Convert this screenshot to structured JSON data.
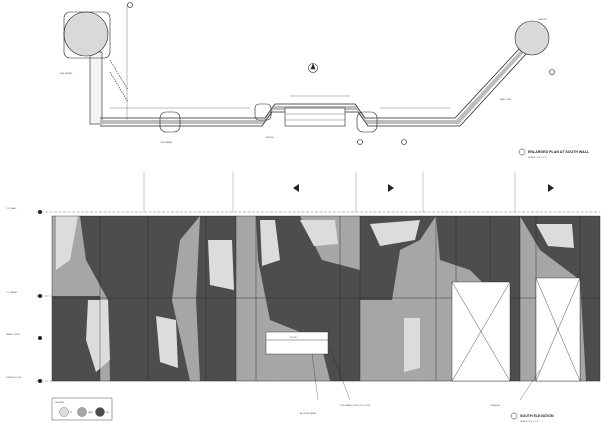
{
  "plan": {
    "title": "ENLARGED PLAN AT SOUTH WALL",
    "scale": "SCALE: 1/4\" = 1'-0\"",
    "notes": [
      {
        "id": "n1",
        "text": "CANOPY"
      },
      {
        "id": "n2",
        "text": "BENCH"
      },
      {
        "id": "n3",
        "text": "TILE PANEL"
      },
      {
        "id": "n4",
        "text": "WALL LINE"
      },
      {
        "id": "n5",
        "text": "SEE DETAIL"
      }
    ]
  },
  "elevation": {
    "title": "SOUTH ELEVATION",
    "scale": "SCALE: 1/4\" = 1'-0\"",
    "levels": [
      {
        "id": "l1",
        "label": "T.O. WALL"
      },
      {
        "id": "l2",
        "label": "T.O. PANEL"
      },
      {
        "id": "l3",
        "label": "PANEL JOINT"
      },
      {
        "id": "l4",
        "label": "FINISH FLOOR"
      }
    ],
    "callouts": [
      {
        "id": "c1",
        "text": "TILE PANEL WITH CUT-OUTS"
      },
      {
        "id": "c2",
        "text": "ACCESS PANEL"
      },
      {
        "id": "c3",
        "text": "OPENING"
      }
    ],
    "door_sign": "DOOR"
  },
  "legend": {
    "title": "LEGEND",
    "items": [
      {
        "label": "LT"
      },
      {
        "label": "MED"
      },
      {
        "label": "DK"
      }
    ]
  },
  "colors": {
    "dark": "#4d4d4d",
    "medium": "#a6a6a6",
    "light": "#dcdcdc",
    "line": "#222222"
  }
}
